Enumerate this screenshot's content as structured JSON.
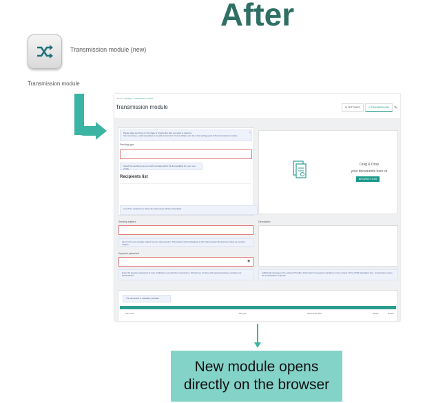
{
  "slide": {
    "title": "After",
    "app_label": "Transmission module (new)",
    "old_label": "Transmission module",
    "callout_line1": "New module opens",
    "callout_line2": "directly on the browser",
    "accent_color": "#3cb4a4",
    "title_color": "#2f6f64"
  },
  "app": {
    "breadcrumb_home": "Home",
    "breadcrumb_current": "Settings · Transmission module",
    "page_title": "Transmission module",
    "tab_settings": "SETTINGS",
    "tab_transmission": "TRANSMISSION",
    "info_top_line1": "Please drag and drop on this page or browse the files you want to transmit.",
    "info_top_line2": "You must have a valid templates to be able to transmit. Your templates can be in the settings part of the transmission module.",
    "sending_type_label": "Sending type",
    "sending_type_info": "Select the sending type you wish to initiate within the list available for your user profile.",
    "recipients_title": "Recipients list",
    "recipients_info": "List of the recipients to whom the documents will be transmitted.",
    "sending_subject_label": "Sending subject",
    "sending_subject_info": "Input in the text sending subject for your transmission. This subject will be displayed in the Transmission Monitoring module as sending subject.",
    "keystore_label": "Keystore password",
    "keystore_info": "Enter the keystore password of your certificate to encrypt the transmission. Should you not have this password please contact your administrator.",
    "description_label": "Description",
    "description_info": "Additional message to the recipient? Further information in keyword, mandatory in the context of the CSSF Attestation box - transmission name for an attestation requests.",
    "dropzone_line1": "Drag & Drop",
    "dropzone_line2": "your documents here or",
    "browse_label": "BROWSE FILES",
    "table_info": "The document is mandatory at least",
    "col_file_name": "File name",
    "col_file_type": "File type",
    "col_reference_date": "Reference date",
    "col_status": "Status",
    "col_delete": "Delete"
  }
}
